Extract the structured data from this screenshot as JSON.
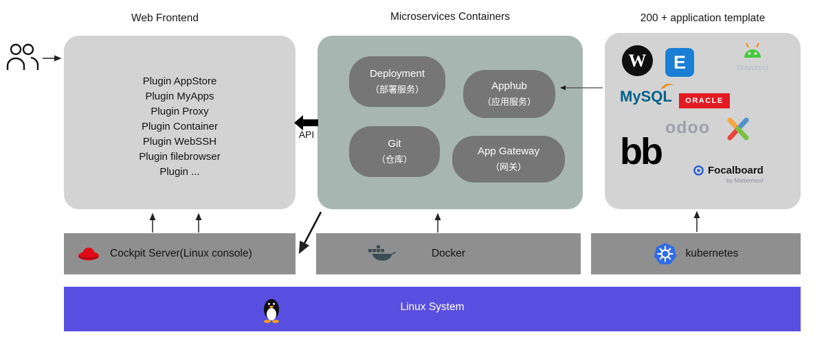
{
  "titles": {
    "web_frontend": "Web Frontend",
    "microservices": "Microservices Containers",
    "templates": "200 + application template"
  },
  "web_frontend": {
    "plugins": [
      "Plugin AppStore",
      "Plugin MyApps",
      "Plugin Proxy",
      "Plugin Container",
      "Plugin WebSSH",
      "Plugin filebrowser",
      "Plugin ..."
    ]
  },
  "microservices": {
    "api_label": "API",
    "services": [
      {
        "name": "Deployment",
        "zh": "（部署服务）"
      },
      {
        "name": "Apphub",
        "zh": "（应用服务）"
      },
      {
        "name": "Git",
        "zh": "（仓库）"
      },
      {
        "name": "App Gateway",
        "zh": "（网关）"
      }
    ]
  },
  "templates": {
    "logos": {
      "wordpress": "W",
      "espocrm": "E",
      "waydroid": "Waydroid",
      "mysql": "MySQL",
      "oracle": "ORACLE",
      "odoo": "odoo",
      "bigbluebutton": "bb",
      "focalboard": "Focalboard",
      "focalboard_sub": "by Mattermost"
    }
  },
  "infrastructure": {
    "cockpit": "Cockpit Server(Linux console)",
    "docker": "Docker",
    "kubernetes": "kubernetes"
  },
  "os": {
    "label": "Linux System"
  },
  "colors": {
    "frontend_box": "#d3d3d3",
    "microservices_box": "#a7b6b0",
    "service_box": "#767676",
    "template_box": "#d3d3d3",
    "infra_bar": "#8f8f8f",
    "linux_bar": "#584fe0",
    "oracle_red": "#e21b22",
    "espocrm_blue": "#1a7fd4",
    "kubernetes_blue": "#326ce5",
    "redhat_red": "#e00a16"
  }
}
